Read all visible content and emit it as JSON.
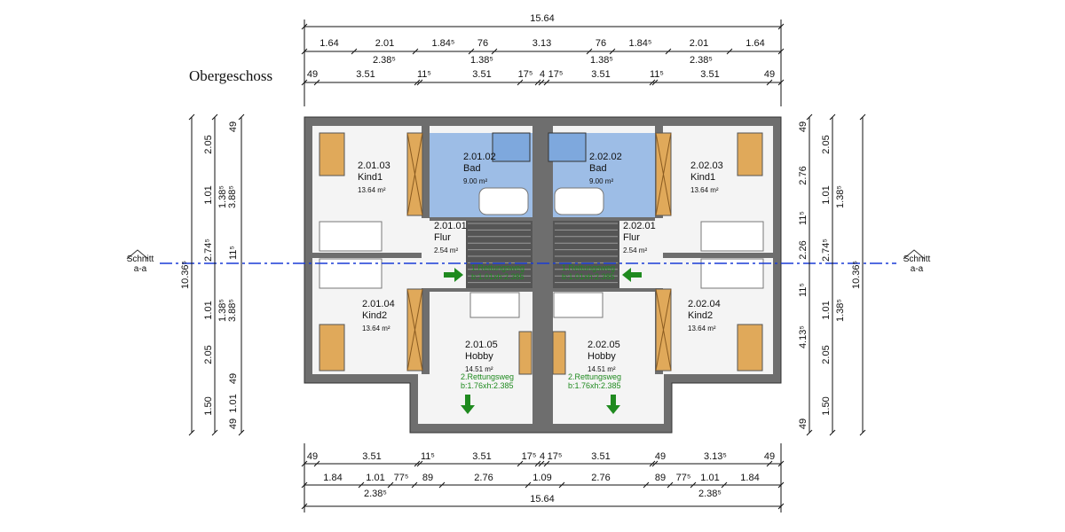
{
  "title": "Obergeschoss",
  "colors": {
    "wall": "#6e6e6e",
    "bath": "#9dbde6",
    "wood": "#e0a95a",
    "stairs": "#555555",
    "section_line": "#1a3cd6",
    "escape": "#1f8a1f"
  },
  "section": {
    "label_top": "Schnitt",
    "label_bottom": "a-a"
  },
  "dims_top": {
    "total": "15.64",
    "row2": [
      "1.64",
      "2.01",
      "1.84⁵",
      "76",
      "3.13",
      "76",
      "1.84⁵",
      "2.01",
      "1.64"
    ],
    "row2_below": [
      "2.38⁵",
      "1.38⁵",
      "1.38⁵",
      "2.38⁵"
    ],
    "row3": [
      "49",
      "3.51",
      "11⁵",
      "3.51",
      "17⁵",
      "4",
      "17⁵",
      "3.51",
      "11⁵",
      "3.51",
      "49"
    ]
  },
  "dims_bottom": {
    "row1": [
      "49",
      "3.51",
      "11⁵",
      "3.51",
      "17⁵",
      "4",
      "17⁵",
      "3.51",
      "49",
      "3.13⁵",
      "49"
    ],
    "row2": [
      "1.84",
      "1.01",
      "77⁵",
      "89",
      "2.76",
      "1.09",
      "2.76",
      "89",
      "77⁵",
      "1.01",
      "1.84"
    ],
    "row2_below": [
      "2.38⁵",
      "2.38⁵"
    ],
    "total": "15.64"
  },
  "dims_left": {
    "total": "10.36⁵",
    "mid": [
      "2.05",
      "1.01",
      "2.74⁵",
      "1.01",
      "2.05",
      "1.50"
    ],
    "inner": [
      "49",
      "1.38⁵",
      "3.88⁵",
      "11⁵",
      "1.38⁵",
      "3.88⁵",
      "49",
      "1.01",
      "49"
    ]
  },
  "dims_right": {
    "total": "10.36⁵",
    "inner": [
      "49",
      "2.76",
      "11⁵",
      "2.26",
      "11⁵",
      "4.13⁵",
      "49"
    ],
    "mid": [
      "2.05",
      "1.01",
      "2.74⁵",
      "1.01",
      "2.05",
      "1.50"
    ],
    "small": [
      "1.38⁵",
      "1.38⁵"
    ]
  },
  "rooms": [
    {
      "id": "2.01.03",
      "name": "Kind1",
      "area": "13.64 m²"
    },
    {
      "id": "2.01.02",
      "name": "Bad",
      "area": "9.00 m²"
    },
    {
      "id": "2.01.01",
      "name": "Flur",
      "area": "2.54 m²"
    },
    {
      "id": "2.01.04",
      "name": "Kind2",
      "area": "13.64 m²"
    },
    {
      "id": "2.01.05",
      "name": "Hobby",
      "area": "14.51 m²"
    },
    {
      "id": "2.02.03",
      "name": "Kind1",
      "area": "13.64 m²"
    },
    {
      "id": "2.02.02",
      "name": "Bad",
      "area": "9.00 m²"
    },
    {
      "id": "2.02.01",
      "name": "Flur",
      "area": "2.54 m²"
    },
    {
      "id": "2.02.04",
      "name": "Kind2",
      "area": "13.64 m²"
    },
    {
      "id": "2.02.05",
      "name": "Hobby",
      "area": "14.51 m²"
    }
  ],
  "escape_routes": [
    {
      "l1": "1.Rettungsweg",
      "l2": "b:1.01xh:2.385"
    },
    {
      "l1": "2.Rettungsweg",
      "l2": "b:1.76xh:2.385"
    },
    {
      "l1": "1.Rettungsweg",
      "l2": "b:1.01xh:2.385"
    },
    {
      "l1": "2.Rettungsweg",
      "l2": "b:1.76xh:2.385"
    }
  ]
}
